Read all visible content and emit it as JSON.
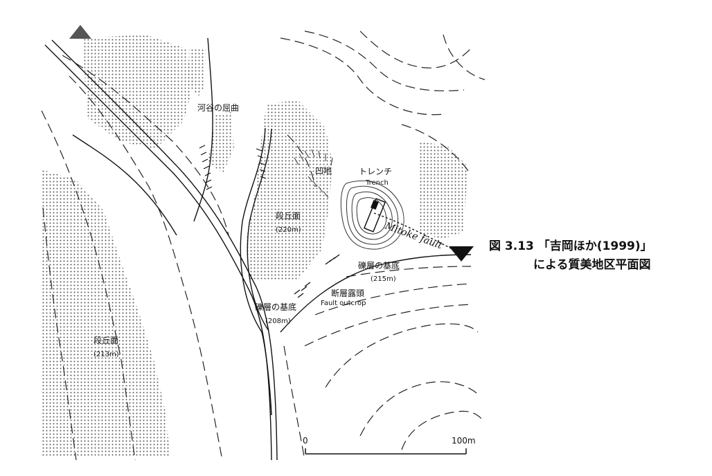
{
  "map": {
    "labels": {
      "valley_bend": "河谷の屈曲",
      "depression": "凹地",
      "trench_jp": "トレンチ",
      "trench_en": "Trench",
      "fault_name": "Mitoke fault",
      "terrace_center": "段丘面",
      "terrace_center_elev": "(220m)",
      "terrace_left": "段丘面",
      "terrace_left_elev": "(213m)",
      "gravel_base_right": "礫層の基底",
      "gravel_base_right_elev": "(215m)",
      "gravel_base_left": "礫層の基底",
      "gravel_base_left_elev": "(208m)",
      "fault_outcrop_jp": "断層露頭",
      "fault_outcrop_en": "Fault outcrop"
    },
    "scale": {
      "start": "0",
      "end": "100m"
    },
    "colors": {
      "line": "#111111",
      "stipple": "#555555",
      "marker_left": "#555555",
      "marker_right": "#111111"
    }
  },
  "caption": {
    "line1": "図 3.13 「吉岡ほか(1999)」",
    "line2": "による質美地区平面図"
  }
}
